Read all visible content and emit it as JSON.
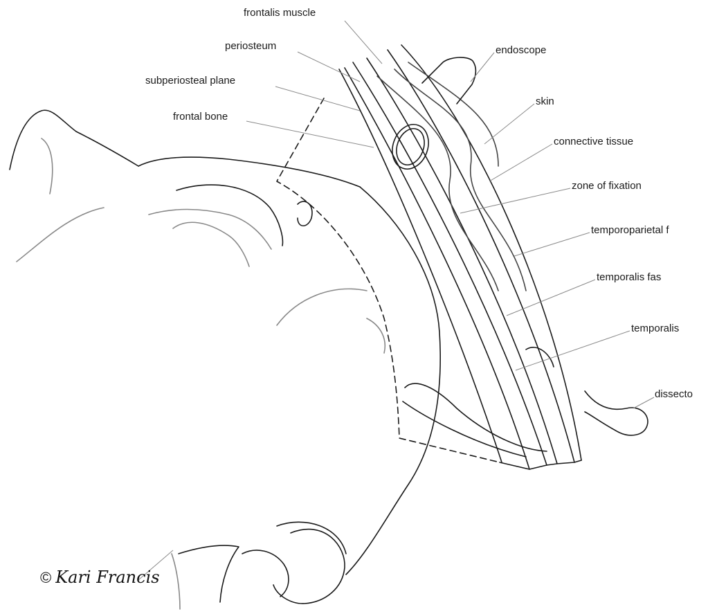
{
  "labels": {
    "frontalis_muscle": "frontalis muscle",
    "periosteum": "periosteum",
    "subperiosteal_plane": "subperiosteal plane",
    "frontal_bone": "frontal bone",
    "endoscope": "endoscope",
    "skin": "skin",
    "connective_tissue": "connective tissue",
    "zone_of_fixation": "zone of fixation",
    "temporoparietal": "temporoparietal f",
    "temporalis_fascia": "temporalis fas",
    "temporalis": "temporalis",
    "dissector": "dissecto"
  },
  "signature": {
    "symbol": "©",
    "text": "Kari Francis"
  },
  "colors": {
    "line": "#1a1a1a",
    "leader": "#8a8a8a",
    "background": "#ffffff"
  }
}
